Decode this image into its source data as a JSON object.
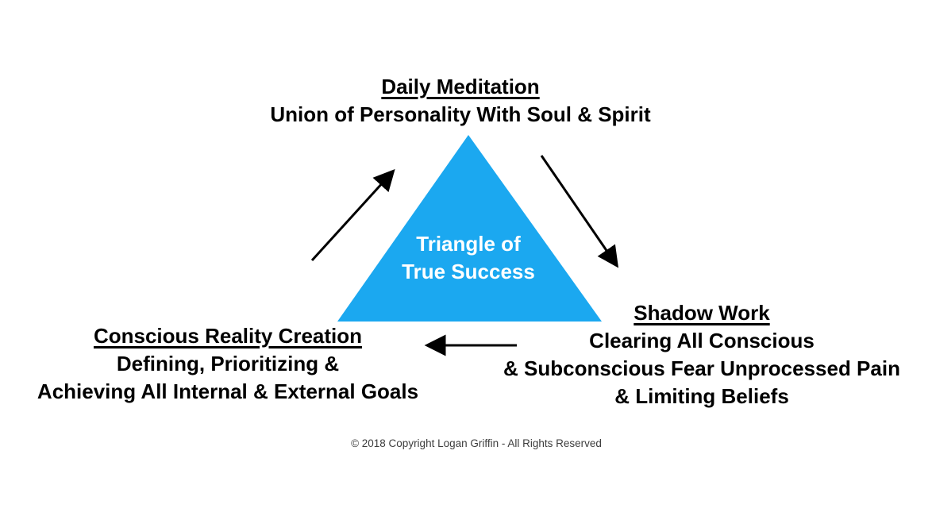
{
  "colors": {
    "triangle_fill": "#1BA8F0",
    "triangle_text": "#ffffff",
    "text": "#000000",
    "footer_text": "#3d3d3d",
    "arrow": "#000000"
  },
  "top_node": {
    "heading": "Daily Meditation",
    "line1": "Union of Personality With Soul & Spirit"
  },
  "triangle": {
    "line1": "Triangle of",
    "line2": "True Success"
  },
  "left_node": {
    "heading": "Conscious Reality Creation",
    "line1": "Defining, Prioritizing &",
    "line2": "Achieving All Internal & External Goals"
  },
  "right_node": {
    "heading": "Shadow Work",
    "line1": "Clearing All Conscious",
    "line2": "& Subconscious Fear Unprocessed Pain",
    "line3": "& Limiting Beliefs"
  },
  "icons": {
    "arrow_up_right": "arrow-up-right",
    "arrow_down_right": "arrow-down-right",
    "arrow_left": "arrow-left"
  },
  "footer": {
    "copyright": "© 2018 Copyright Logan Griffin - All Rights Reserved"
  }
}
